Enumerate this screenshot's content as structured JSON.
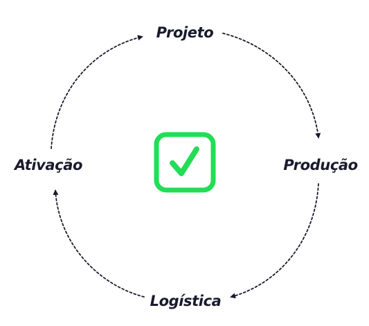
{
  "diagram": {
    "nodes": [
      {
        "id": "projeto",
        "label": "Projeto"
      },
      {
        "id": "producao",
        "label": "Produção"
      },
      {
        "id": "logistica",
        "label": "Logística"
      },
      {
        "id": "ativacao",
        "label": "Ativação"
      }
    ],
    "edges": [
      {
        "from": "projeto",
        "to": "producao"
      },
      {
        "from": "producao",
        "to": "logistica"
      },
      {
        "from": "logistica",
        "to": "ativacao"
      },
      {
        "from": "ativacao",
        "to": "projeto"
      }
    ],
    "center_icon": "check-box-icon"
  },
  "colors": {
    "text": "#1a1a2e",
    "arrow": "#1a1a2e",
    "accent": "#22dd55",
    "background": "#ffffff"
  }
}
